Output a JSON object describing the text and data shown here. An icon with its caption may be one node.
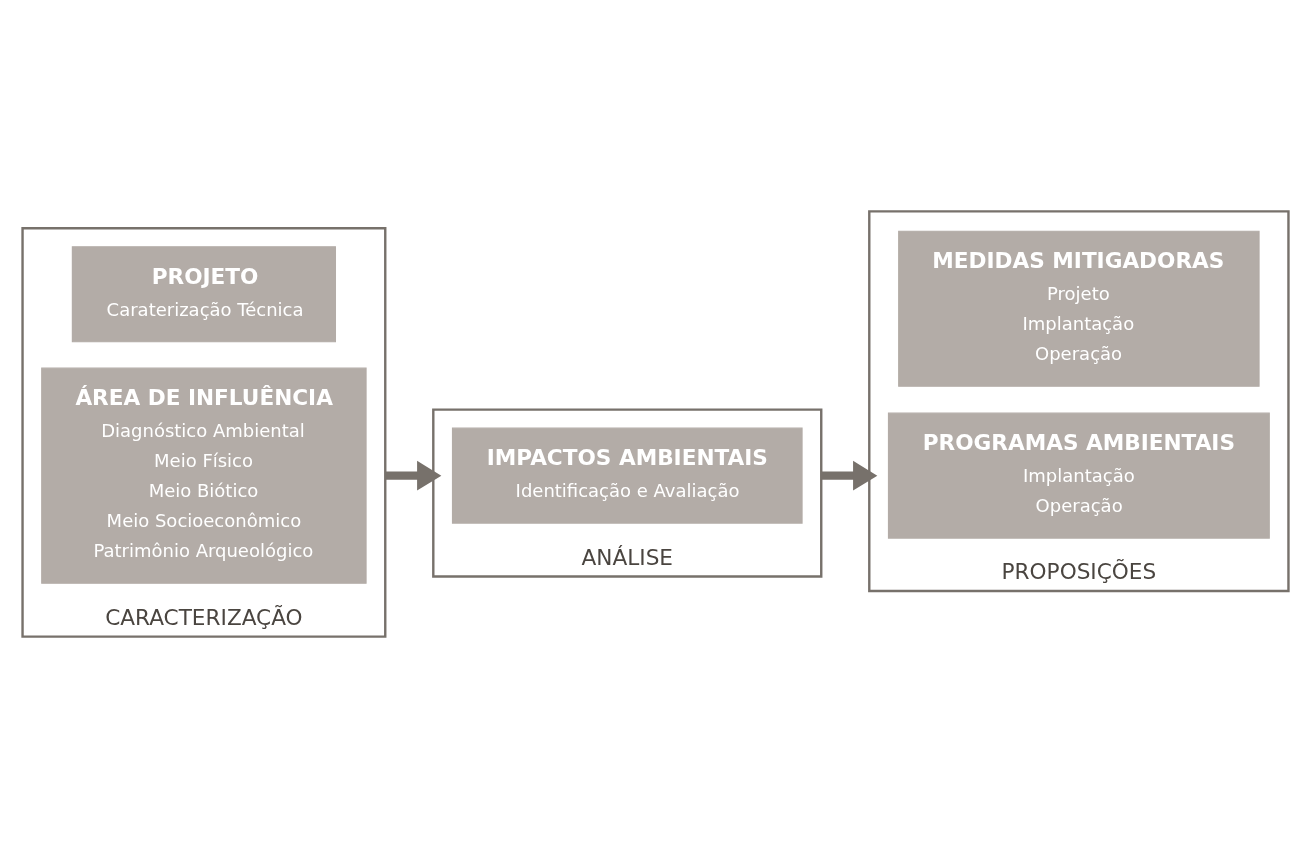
{
  "diagram": {
    "nodes": [
      {
        "text": [
          "CARACTERIZAÇÃO"
        ]
      },
      {
        "text": [
          "PROJETO",
          "Caraterização Técnica"
        ],
        "in": 0
      },
      {
        "text": [
          "ÁREA DE INFLUÊNCIA",
          "Diagnóstico Ambiental",
          "Meio Físico",
          "Meio Biótico",
          "Meio Socioeconômico",
          "Patrimônio Arqueológico"
        ],
        "in": 0
      },
      {
        "text": [
          "ANÁLISE"
        ]
      },
      {
        "text": [
          "IMPACTOS AMBIENTAIS",
          "Identificação e Avaliação"
        ],
        "in": 3
      },
      {
        "text": [
          "PROPOSIÇÕES"
        ]
      },
      {
        "text": [
          "MEDIDAS MITIGADORAS",
          "Projeto",
          "Implantação",
          "Operação"
        ],
        "in": 5
      },
      {
        "text": [
          "PROGRAMAS AMBIENTAIS",
          "Implantação",
          "Operação"
        ],
        "in": 5
      }
    ],
    "edges": [
      {
        "from": 0,
        "to": 3,
        "arrow": "to"
      },
      {
        "from": 3,
        "to": 5,
        "arrow": "to"
      }
    ]
  }
}
